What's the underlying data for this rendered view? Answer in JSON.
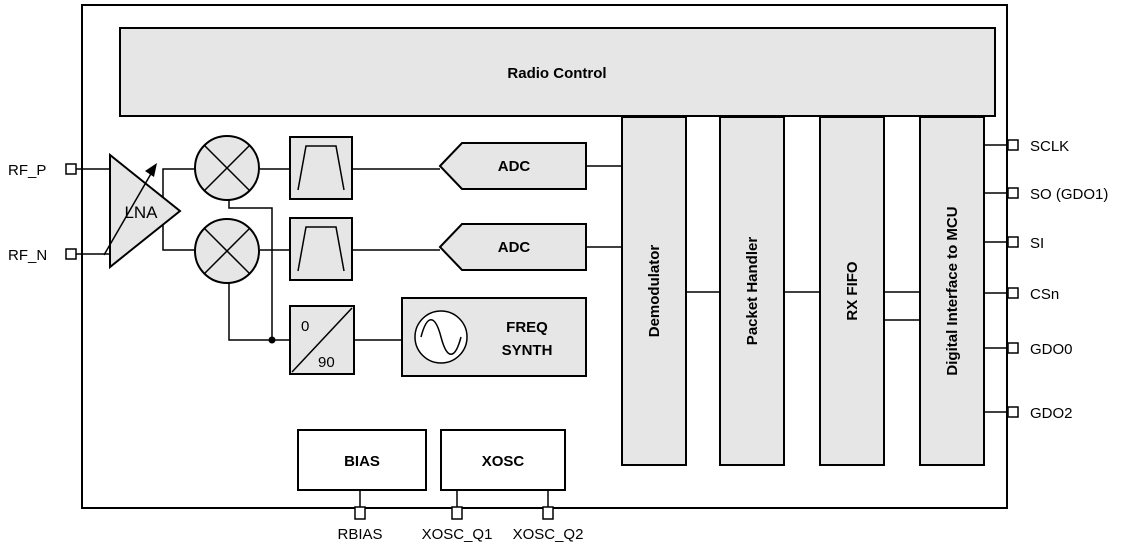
{
  "blocks": {
    "radio_control": "Radio Control",
    "lna": "LNA",
    "adc": "ADC",
    "phase": {
      "top": "0",
      "bottom": "90"
    },
    "freq_synth": {
      "line1": "FREQ",
      "line2": "SYNTH"
    },
    "demodulator": "Demodulator",
    "packet_handler": "Packet Handler",
    "rx_fifo": "RX FIFO",
    "digital_interface": "Digital Interface to MCU",
    "bias": "BIAS",
    "xosc": "XOSC"
  },
  "pins": {
    "left": [
      "RF_P",
      "RF_N"
    ],
    "right": [
      "SCLK",
      "SO (GDO1)",
      "SI",
      "CSn",
      "GDO0",
      "GDO2"
    ],
    "bottom": [
      "RBIAS",
      "XOSC_Q1",
      "XOSC_Q2"
    ]
  }
}
